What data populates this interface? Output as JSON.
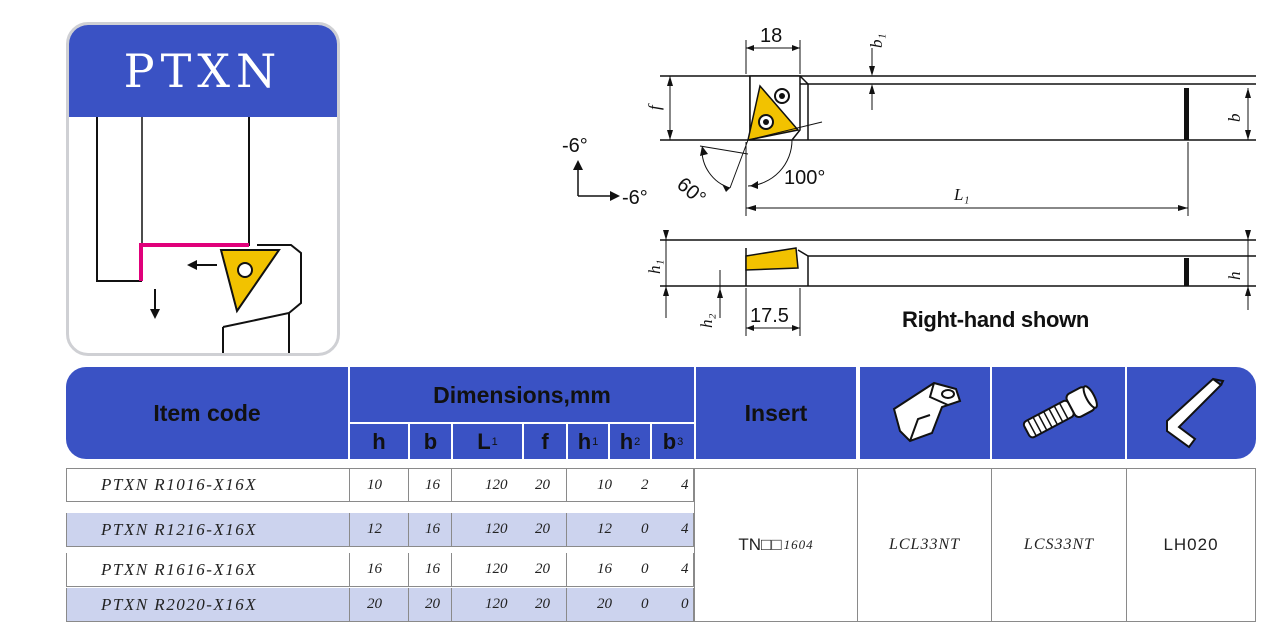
{
  "badge": {
    "title": "PTXN"
  },
  "drawing": {
    "dims": {
      "width_top": "18",
      "b1": "b₁",
      "f": "f",
      "b": "b",
      "L1": "L₁",
      "angle_100": "100°",
      "angle_60": "60°",
      "rake_v": "-6°",
      "rake_h": "-6°",
      "h1": "h₁",
      "h": "h",
      "h2": "h₂",
      "width_bottom": "17.5"
    },
    "caption": "Right-hand shown"
  },
  "table": {
    "headers": {
      "item_code": "Item code",
      "dimensions": "Dimensions,mm",
      "insert": "Insert",
      "sub": [
        {
          "main": "h",
          "sub": ""
        },
        {
          "main": "b",
          "sub": ""
        },
        {
          "main": "L",
          "sub": "1"
        },
        {
          "main": "f",
          "sub": ""
        },
        {
          "main": "h",
          "sub": "1"
        },
        {
          "main": "h",
          "sub": "2"
        },
        {
          "main": "b",
          "sub": "3"
        }
      ]
    },
    "rows": [
      {
        "code": "PTXN R1016-X16X",
        "h": "10",
        "b": "16",
        "L1": "120",
        "f": "20",
        "h1": "10",
        "h2": "2",
        "b3": "4"
      },
      {
        "code": "PTXN R1216-X16X",
        "h": "12",
        "b": "16",
        "L1": "120",
        "f": "20",
        "h1": "12",
        "h2": "0",
        "b3": "4"
      },
      {
        "code": "PTXN R1616-X16X",
        "h": "16",
        "b": "16",
        "L1": "120",
        "f": "20",
        "h1": "16",
        "h2": "0",
        "b3": "4"
      },
      {
        "code": "PTXN R2020-X16X",
        "h": "20",
        "b": "20",
        "L1": "120",
        "f": "20",
        "h1": "20",
        "h2": "0",
        "b3": "0"
      }
    ],
    "insert": {
      "prefix": "TN□□",
      "suffix": "1604"
    },
    "clamp": "LCL33NT",
    "screw": "LCS33NT",
    "wrench": "LH020"
  },
  "colors": {
    "header_blue": "#3a52c4",
    "row_alt": "#ccd3ee",
    "insert_gold": "#f2c200",
    "edge_magenta": "#e0007a"
  }
}
